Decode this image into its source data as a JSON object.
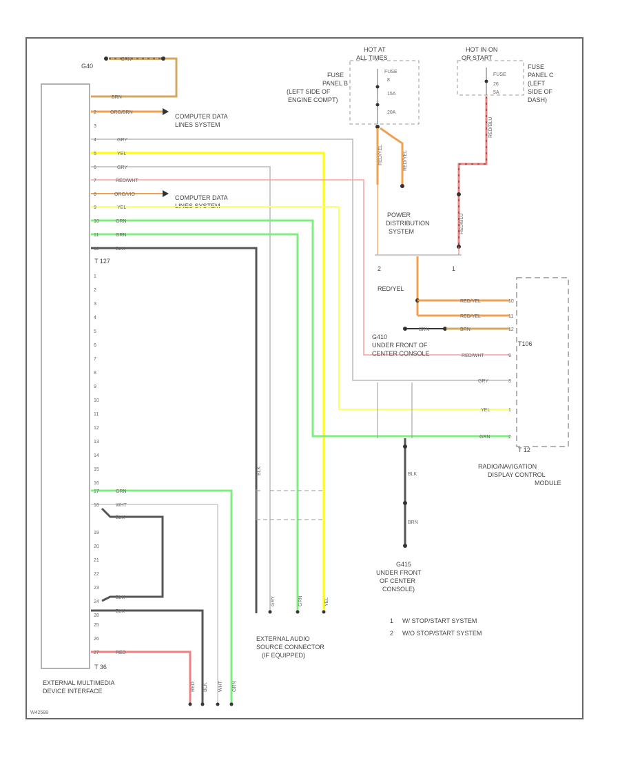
{
  "colors": {
    "gry": "#b8b8b8",
    "yel": "#ffff00",
    "grn": "#7cf07c",
    "blk": "#555555",
    "red": "#f08080",
    "org": "#f0a050",
    "brn": "#d4a860",
    "redwht": "#f5a0a0",
    "frame": "#666666",
    "dash": "#999999"
  },
  "labels": {
    "g40": "G40",
    "comp_data_1": [
      "COMPUTER DATA",
      "LINES SYSTEM"
    ],
    "comp_data_2": [
      "COMPUTER DATA",
      "LINES SYSTEM"
    ],
    "hot_at_all_times": [
      "HOT AT",
      "ALL TIMES"
    ],
    "hot_in_on": [
      "HOT IN ON",
      "OR START"
    ],
    "fuse_panel_b": [
      "FUSE",
      "PANEL B",
      "(LEFT SIDE OF",
      "ENGINE COMPT)"
    ],
    "fuse_panel_c": [
      "FUSE",
      "PANEL C",
      "(LEFT",
      "SIDE OF",
      "DASH)"
    ],
    "fuse_b": [
      "FUSE",
      "8",
      "15A",
      "",
      "20A"
    ],
    "fuse_c": [
      "FUSE",
      "26",
      "5A"
    ],
    "power_dist": [
      "POWER",
      "DISTRIBUTION",
      "SYSTEM"
    ],
    "g410": [
      "G410",
      "UNDER FRONT OF",
      "CENTER CONSOLE"
    ],
    "g415": [
      "G415",
      "UNDER FRONT",
      "OF CENTER",
      "CONSOLE)"
    ],
    "t106": "T106",
    "t127": "T 127",
    "t12": "T 12",
    "t36": "T 36",
    "radio_nav": [
      "RADIO/NAVIGATION",
      "DISPLAY CONTROL",
      "MODULE"
    ],
    "ext_multimedia": [
      "EXTERNAL MULTIMEDIA",
      "DEVICE INTERFACE"
    ],
    "ext_audio": [
      "EXTERNAL AUDIO",
      "SOURCE CONNECTOR",
      "(IF EQUIPPED)"
    ],
    "note_1": "W/ STOP/START SYSTEM",
    "note_2": "W/O STOP/START SYSTEM",
    "note_1_num": "1",
    "note_2_num": "2",
    "id_code": "W42588",
    "redyel": "RED/YEL"
  },
  "wires": {
    "brn": "BRN",
    "orgbrn": "ORG/BRN",
    "gry": "GRY",
    "yel": "YEL",
    "redwht": "RED/WHT",
    "orgvio": "ORG/VIO",
    "grn": "GRN",
    "blk": "BLK",
    "wht": "WHT",
    "red": "RED",
    "redyel": "RED/YEL",
    "redblu": "RED/BLU"
  },
  "pins_top": [
    "2",
    "3",
    "4",
    "5",
    "6",
    "7",
    "8",
    "9",
    "10",
    "11",
    "12"
  ],
  "pins_mid": [
    "1",
    "2",
    "3",
    "4",
    "5",
    "6",
    "7",
    "8",
    "9",
    "10",
    "11",
    "12",
    "13",
    "14",
    "15",
    "16"
  ],
  "pins_bot": [
    "17",
    "18",
    "19",
    "20",
    "21",
    "22",
    "23",
    "24",
    "25",
    "26",
    "27",
    "28"
  ],
  "pins_right": [
    "10",
    "11",
    "12",
    "9",
    "3",
    "1",
    "2"
  ]
}
